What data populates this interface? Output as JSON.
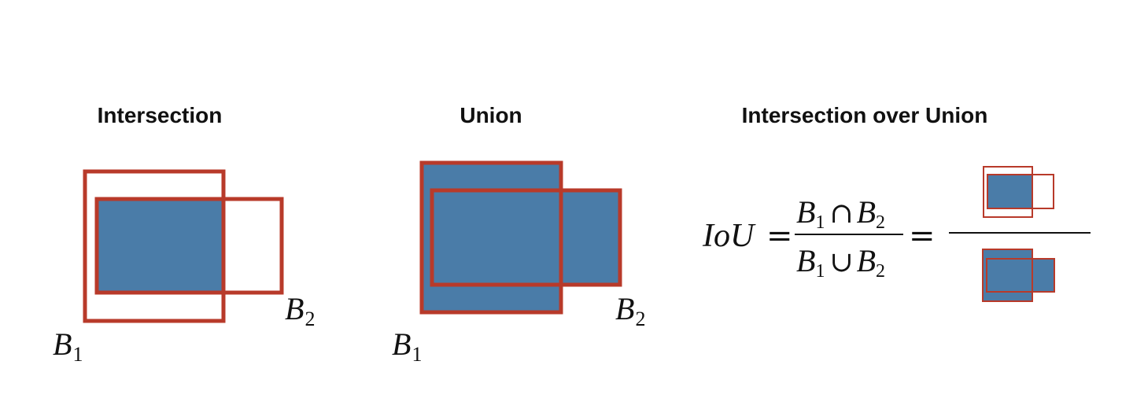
{
  "colors": {
    "box_outline": "#b83a2a",
    "fill": "#4a7ca8",
    "text": "#111111"
  },
  "panels": {
    "intersection": {
      "title": "Intersection",
      "box1": {
        "base": "B",
        "sub": "1"
      },
      "box2": {
        "base": "B",
        "sub": "2"
      }
    },
    "union": {
      "title": "Union",
      "box1": {
        "base": "B",
        "sub": "1"
      },
      "box2": {
        "base": "B",
        "sub": "2"
      }
    },
    "iou": {
      "title": "Intersection over Union",
      "lhs": "IoU",
      "equals": "=",
      "numerator": {
        "a": "B",
        "a_sub": "1",
        "op": "∩",
        "b": "B",
        "b_sub": "2"
      },
      "denominator": {
        "a": "B",
        "a_sub": "1",
        "op": "∪",
        "b": "B",
        "b_sub": "2"
      }
    }
  }
}
